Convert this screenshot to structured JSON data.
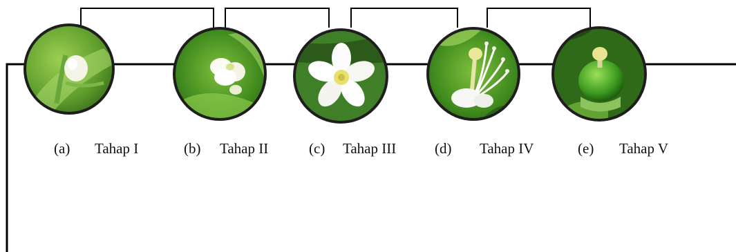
{
  "figure": {
    "stages": [
      {
        "letter": "(a)",
        "name": "Tahap I"
      },
      {
        "letter": "(b)",
        "name": "Tahap II"
      },
      {
        "letter": "(c)",
        "name": "Tahap III"
      },
      {
        "letter": "(d)",
        "name": "Tahap IV"
      },
      {
        "letter": "(e)",
        "name": "Tahap V"
      }
    ]
  }
}
